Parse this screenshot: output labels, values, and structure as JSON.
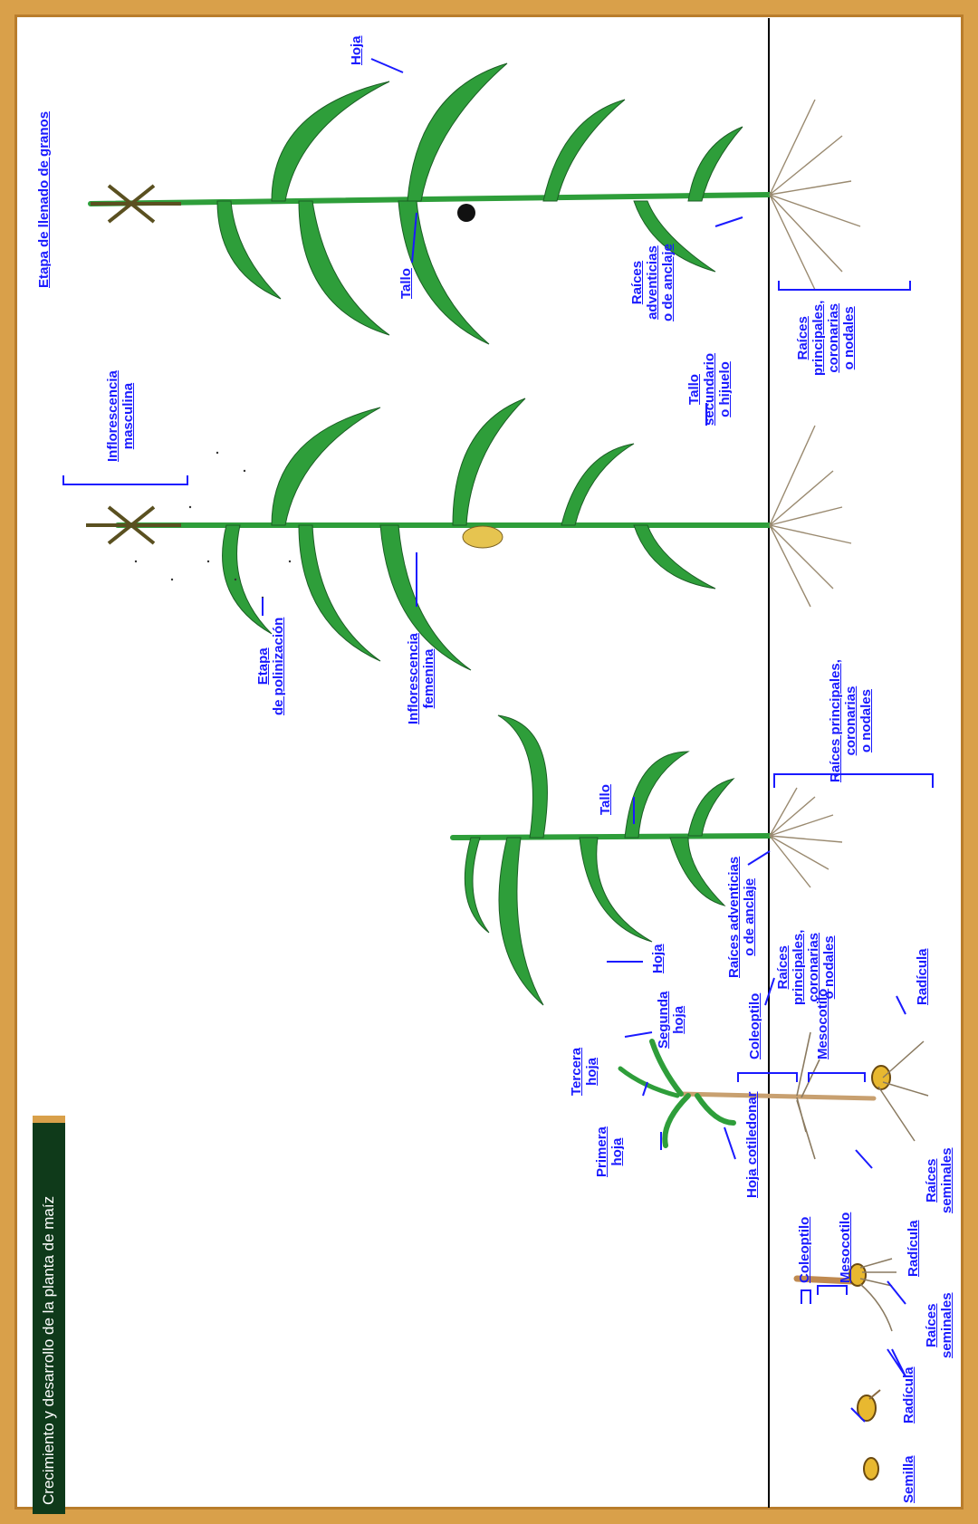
{
  "title": "Crecimiento y desarrollo de la planta de maíz",
  "colors": {
    "frame": "#d9a04a",
    "label": "#1a1aff",
    "leaf": "#2e9e3a",
    "title_bg": "#0f3a1a",
    "root": "#b8a58a",
    "seed": "#e8b830"
  },
  "labels": {
    "semilla": "Semilla",
    "radicula_1": "Radícula",
    "raices_seminales_1": [
      "Raíces",
      "seminales"
    ],
    "coleoptilo_1": "Coleoptilo",
    "mesocotilo_1": "Mesocotilo",
    "radicula_2": "Radícula",
    "hoja_cotiledonar": "Hoja cotiledonar",
    "primera_hoja": [
      "Primera",
      "hoja"
    ],
    "tercera_hoja": [
      "Tercera",
      "hoja"
    ],
    "segunda_hoja": [
      "Segunda",
      "hoja"
    ],
    "coleoptilo_2": "Coleoptilo",
    "mesocotilo_2": "Mesocotilo",
    "raices_principales_1": [
      "Raíces",
      "principales,",
      "coronarias",
      "o nodales"
    ],
    "radicula_3": "Radícula",
    "raices_seminales_2": [
      "Raíces",
      "seminales"
    ],
    "hoja_2": "Hoja",
    "raices_adventicias_1": [
      "Raíces adventicias",
      "o de anclaje"
    ],
    "tallo_2": "Tallo",
    "raices_principales_2": [
      "Raíces principales,",
      "coronarias",
      "o nodales"
    ],
    "etapa_polinizacion": [
      "Etapa",
      "de polinización"
    ],
    "inflorescencia_femenina": [
      "Inflorescencia",
      "femenina"
    ],
    "inflorescencia_masculina": [
      "Inflorescencia",
      "masculina"
    ],
    "tallo_secundario": [
      "Tallo",
      "secundario",
      "o hijuelo"
    ],
    "etapa_llenado": "Etapa de llenado de granos",
    "tallo_3": "Tallo",
    "hoja_3": "Hoja",
    "raices_adventicias_2": [
      "Raíces",
      "adventicias",
      "o de anclaje"
    ],
    "raices_principales_3": [
      "Raíces",
      "principales,",
      "coronarias",
      "o nodales"
    ]
  }
}
